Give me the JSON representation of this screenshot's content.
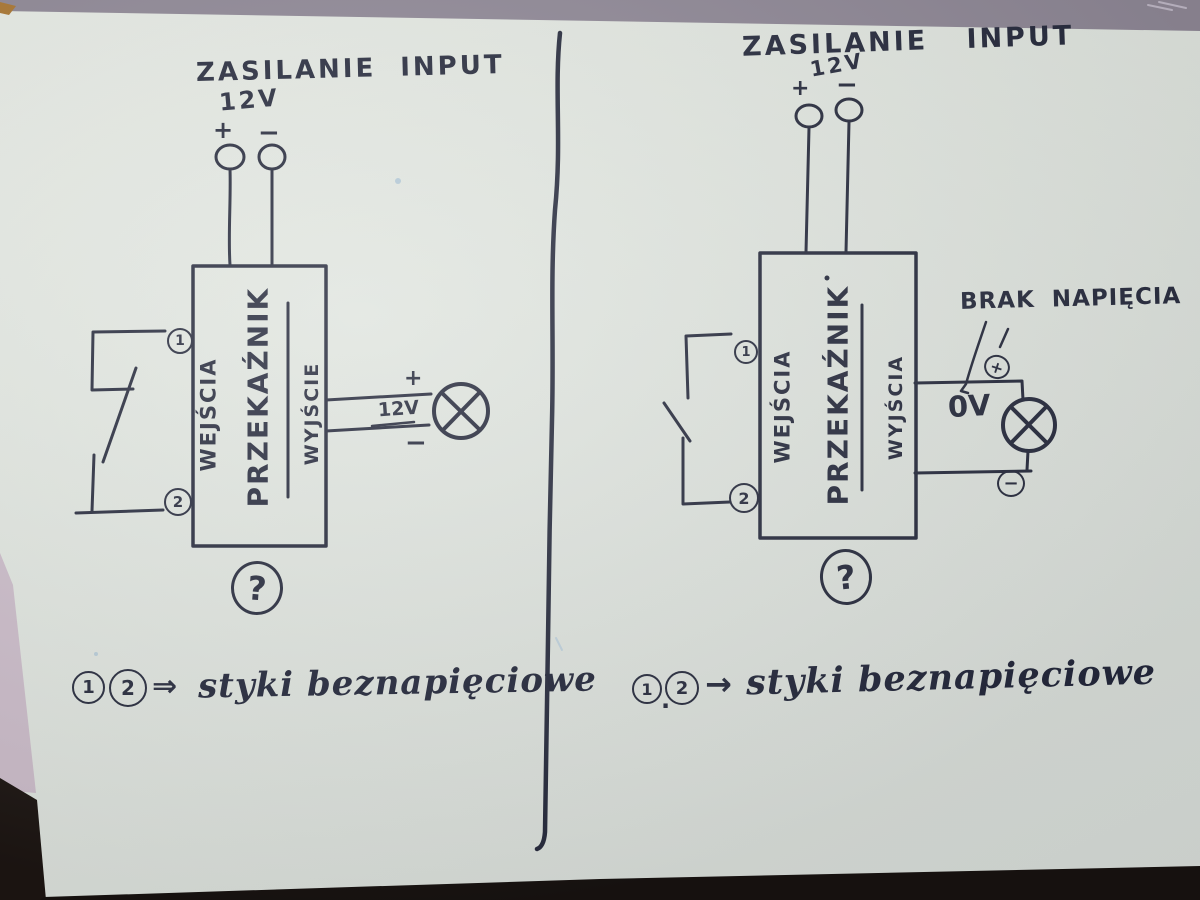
{
  "colors": {
    "ink": "#262a3c",
    "paper": "#dde2dc",
    "top_band": "#8d8694",
    "bottom_band": "#171210",
    "left_edge_pink": "#c9bac7"
  },
  "left": {
    "title": "ZASILANIE INPUT",
    "voltage_label": "12V",
    "terminal_plus": "+",
    "terminal_minus": "−",
    "relay": {
      "inputs": "WEJŚCIA",
      "name": "PRZEKAŹNIK",
      "outputs": "WYJŚCIE"
    },
    "contact_1": "1",
    "contact_2": "2",
    "lamp": {
      "plus": "+",
      "voltage": "12V",
      "minus": "−"
    },
    "unknown_mark": "?",
    "note": {
      "n1": "1",
      "n2": "2",
      "arrow": "⇒",
      "text": "styki beznapięciowe"
    }
  },
  "right": {
    "title": "ZASILANIE INPUT",
    "voltage_label": "12V",
    "terminal_plus": "+",
    "terminal_minus": "−",
    "relay": {
      "inputs": "WEJŚCIA",
      "name": "PRZEKAŹNIK",
      "outputs": "WYJŚCIA"
    },
    "contact_1": "1",
    "contact_2": "2",
    "no_voltage_note": "BRAK NAPIĘCIA",
    "zero_volts": "0V",
    "out_plus": "+",
    "out_minus": "−",
    "unknown_mark": "?",
    "note": {
      "n1": "1",
      "sep": ".",
      "n2": "2",
      "arrow": "→",
      "text": "styki beznapięciowe"
    }
  }
}
